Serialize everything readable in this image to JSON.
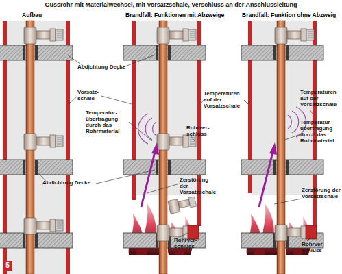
{
  "diagram": {
    "title": "Gussrohr mit Materialwechsel, mit Vorsatzschale, Verschluss an der Anschlussleitung",
    "nodes": [
      {
        "text": [
          "5"
        ]
      }
    ],
    "labels": [
      "Aufbau",
      "Brandfall: Funktionen mit Abzweige",
      "Brandfall: Funktion ohne Abzweig",
      "Abdichtung Decke",
      "Vorsatz- schale",
      "Temperaturen auf der Vorsatzschale",
      "Temperaturen auf der Vorsatzschale",
      "Temperatur- übertragung durch das Rohrmaterial",
      "Rohrver- schluss",
      "Temperatur- übertragung durch das Rohrmaterial",
      "Abdichtung Decke",
      "Zerstörung der Vorsatzschale",
      "Zerstörung der Vorsatzschale",
      "Rohrver- schluss",
      "Rohrver- schluss"
    ]
  }
}
